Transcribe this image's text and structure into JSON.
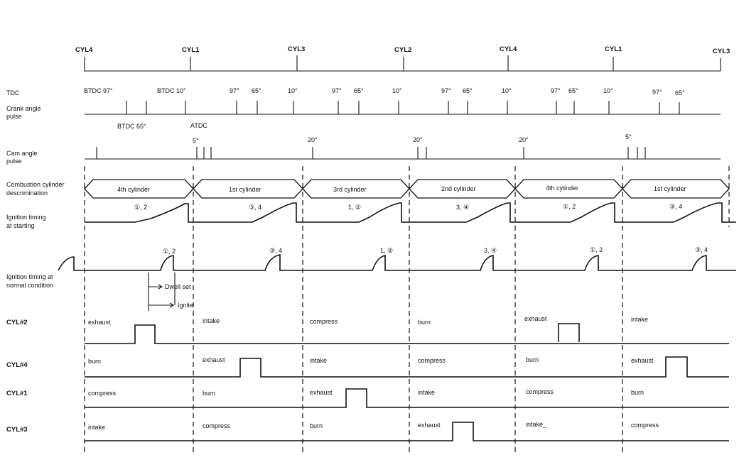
{
  "header": {
    "labels": [
      "CYL4",
      "CYL1",
      "CYL3",
      "CYL2",
      "CYL4",
      "CYL1",
      "CYL3"
    ]
  },
  "rows": {
    "tdc": "TDC",
    "crank_line1": "Crank angle",
    "crank_line2": "pulse",
    "cam_line1": "Cam angle",
    "cam_line2": "pulse",
    "combustion_line1": "Combustion cylinder",
    "combustion_line2": "descrimination",
    "starting_line1": "Ignition timing",
    "starting_line2": "at starting",
    "normal_line1": "Ignition timing at",
    "normal_line2": "normal condition",
    "cyl2": "CYL#2",
    "cyl4": "CYL#4",
    "cyl1": "CYL#1",
    "cyl3": "CYL#3"
  },
  "tdc_labels": [
    "BTDC 97°",
    "BTDC 10°",
    "97°",
    "65°",
    "10°",
    "97°",
    "65°",
    "10°",
    "97°",
    "65°",
    "10°",
    "97°",
    "65°",
    "10°",
    "97°",
    "65°"
  ],
  "crank_labels": {
    "btdc65": "BTDC 65°",
    "atdc": "ATDC"
  },
  "cam_labels": [
    "5°",
    "20°",
    "20°",
    "20°",
    "5°"
  ],
  "combustion_segments": [
    "4th cylinder",
    "1st cylinder",
    "3rd cylinder",
    "2nd cylinder",
    "4th cylinder",
    "1st cylinder"
  ],
  "starting_labels": [
    "①, 2",
    "③, 4",
    "1, ②",
    "3, ④",
    "①, 2",
    "③, 4"
  ],
  "normal_labels": [
    "①, 2",
    "③, 4",
    "1, ②",
    "3, ④",
    "①, 2",
    "③, 4"
  ],
  "dwell": {
    "dwell_set": "Dwell set",
    "ignite": "Ignite"
  },
  "strokes": {
    "cyl2": [
      "exhaust",
      "intake",
      "compress",
      "burn",
      "exhaust",
      "intake"
    ],
    "cyl4": [
      "burn",
      "exhaust",
      "intake",
      "compress",
      "burn",
      "exhaust"
    ],
    "cyl1": [
      "compress",
      "burn",
      "exhaust",
      "intake",
      "compress",
      "burn"
    ],
    "cyl3": [
      "intake",
      "compress",
      "burn",
      "exhaust",
      "intake_",
      "compress"
    ]
  }
}
